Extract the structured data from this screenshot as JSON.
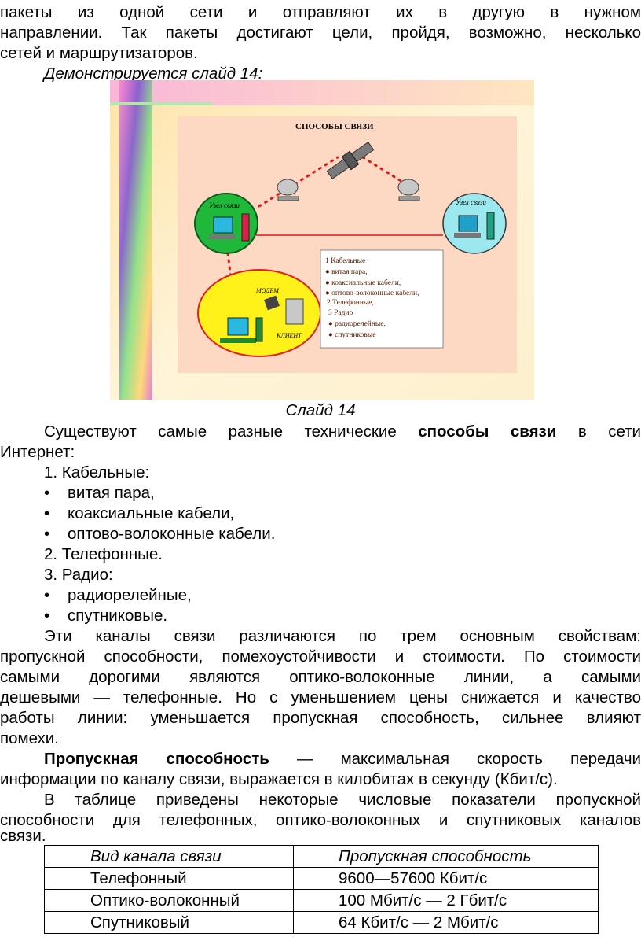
{
  "intro": {
    "line1": "пакеты из одной сети и отправляют их в другую в нужном",
    "line2": "направлении. Так пакеты достигают цели, пройдя, возможно, несколько",
    "line3": "сетей и маршрутизаторов."
  },
  "demo_text": "Демонстрируется слайд 14:",
  "slide": {
    "title": "СПОСОБЫ    СВЯЗИ",
    "node_left": "Узел связи",
    "node_right": "Узел связи",
    "modem": "МОДЕМ",
    "client": "КЛИЕНТ",
    "box": [
      "1 Кабельные",
      "витая пара,",
      "коаксиальные кабели,",
      "оптово-волоконные кабели,",
      "2 Телефонные,",
      "3  Радио",
      "радиорелейные,",
      "спутниковые"
    ]
  },
  "caption": "Слайд 14",
  "para1": {
    "l1_pre": "Существуют самые разные технические ",
    "l1_bold": "способы связи",
    "l1_post": " в сети",
    "l2": "Интернет:"
  },
  "list": [
    {
      "bullet": "",
      "text": "1. Кабельные:"
    },
    {
      "bullet": "•",
      "text": "витая пара,"
    },
    {
      "bullet": "•",
      "text": "коаксиальные кабели,"
    },
    {
      "bullet": "•",
      "text": "оптово-волоконные кабели."
    },
    {
      "bullet": "",
      "text": "2. Телефонные."
    },
    {
      "bullet": "",
      "text": "3. Радио:"
    },
    {
      "bullet": "•",
      "text": "радиорелейные,"
    },
    {
      "bullet": "•",
      "text": "спутниковые."
    }
  ],
  "para2": [
    "Эти каналы связи различаются по трем основным свойствам:",
    "пропускной способности, помехоустойчивости и стоимости. По стоимости",
    "самыми дорогими являются оптико-волоконные линии, а самыми",
    "дешевыми — телефонные. Но с уменьшением цены снижается и качество",
    "работы линии: уменьшается пропускная способность, сильнее влияют",
    "помехи."
  ],
  "para3": {
    "bold": "Пропускная способность",
    "l1_rest": " — максимальная скорость передачи",
    "l2": "информации по каналу связи, выражается в килобитах в секунду (Кбит/с)."
  },
  "para4": [
    "В таблице приведены некоторые числовые показатели пропускной",
    "способности для телефонных, оптико-волоконных и спутниковых каналов",
    "связи."
  ],
  "table": {
    "headers": [
      "Вид канала связи",
      "Пропускная способность"
    ],
    "rows": [
      [
        "Телефонный",
        "9600—57600 Кбит/с"
      ],
      [
        "Оптико-волоконный",
        "100 Мбит/с — 2 Гбит/с"
      ],
      [
        "Спутниковый",
        "64 Кбит/с — 2 Мбит/с"
      ]
    ]
  }
}
